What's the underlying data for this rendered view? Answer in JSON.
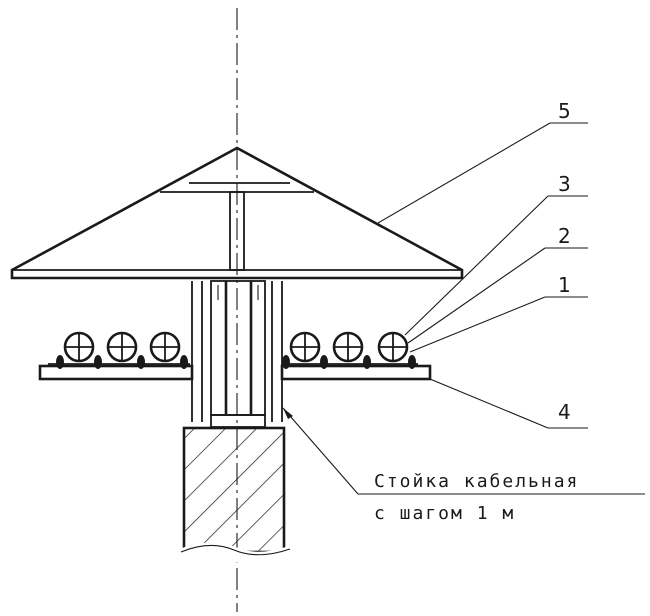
{
  "callouts": {
    "c1": "1",
    "c2": "2",
    "c3": "3",
    "c4": "4",
    "c5": "5"
  },
  "note": {
    "line1": "Стойка кабельная",
    "line2": "с шагом 1 м"
  },
  "cables": {
    "left_count": 3,
    "right_count": 3
  },
  "colors": {
    "ink": "#1a1a1a",
    "background": "#ffffff"
  }
}
